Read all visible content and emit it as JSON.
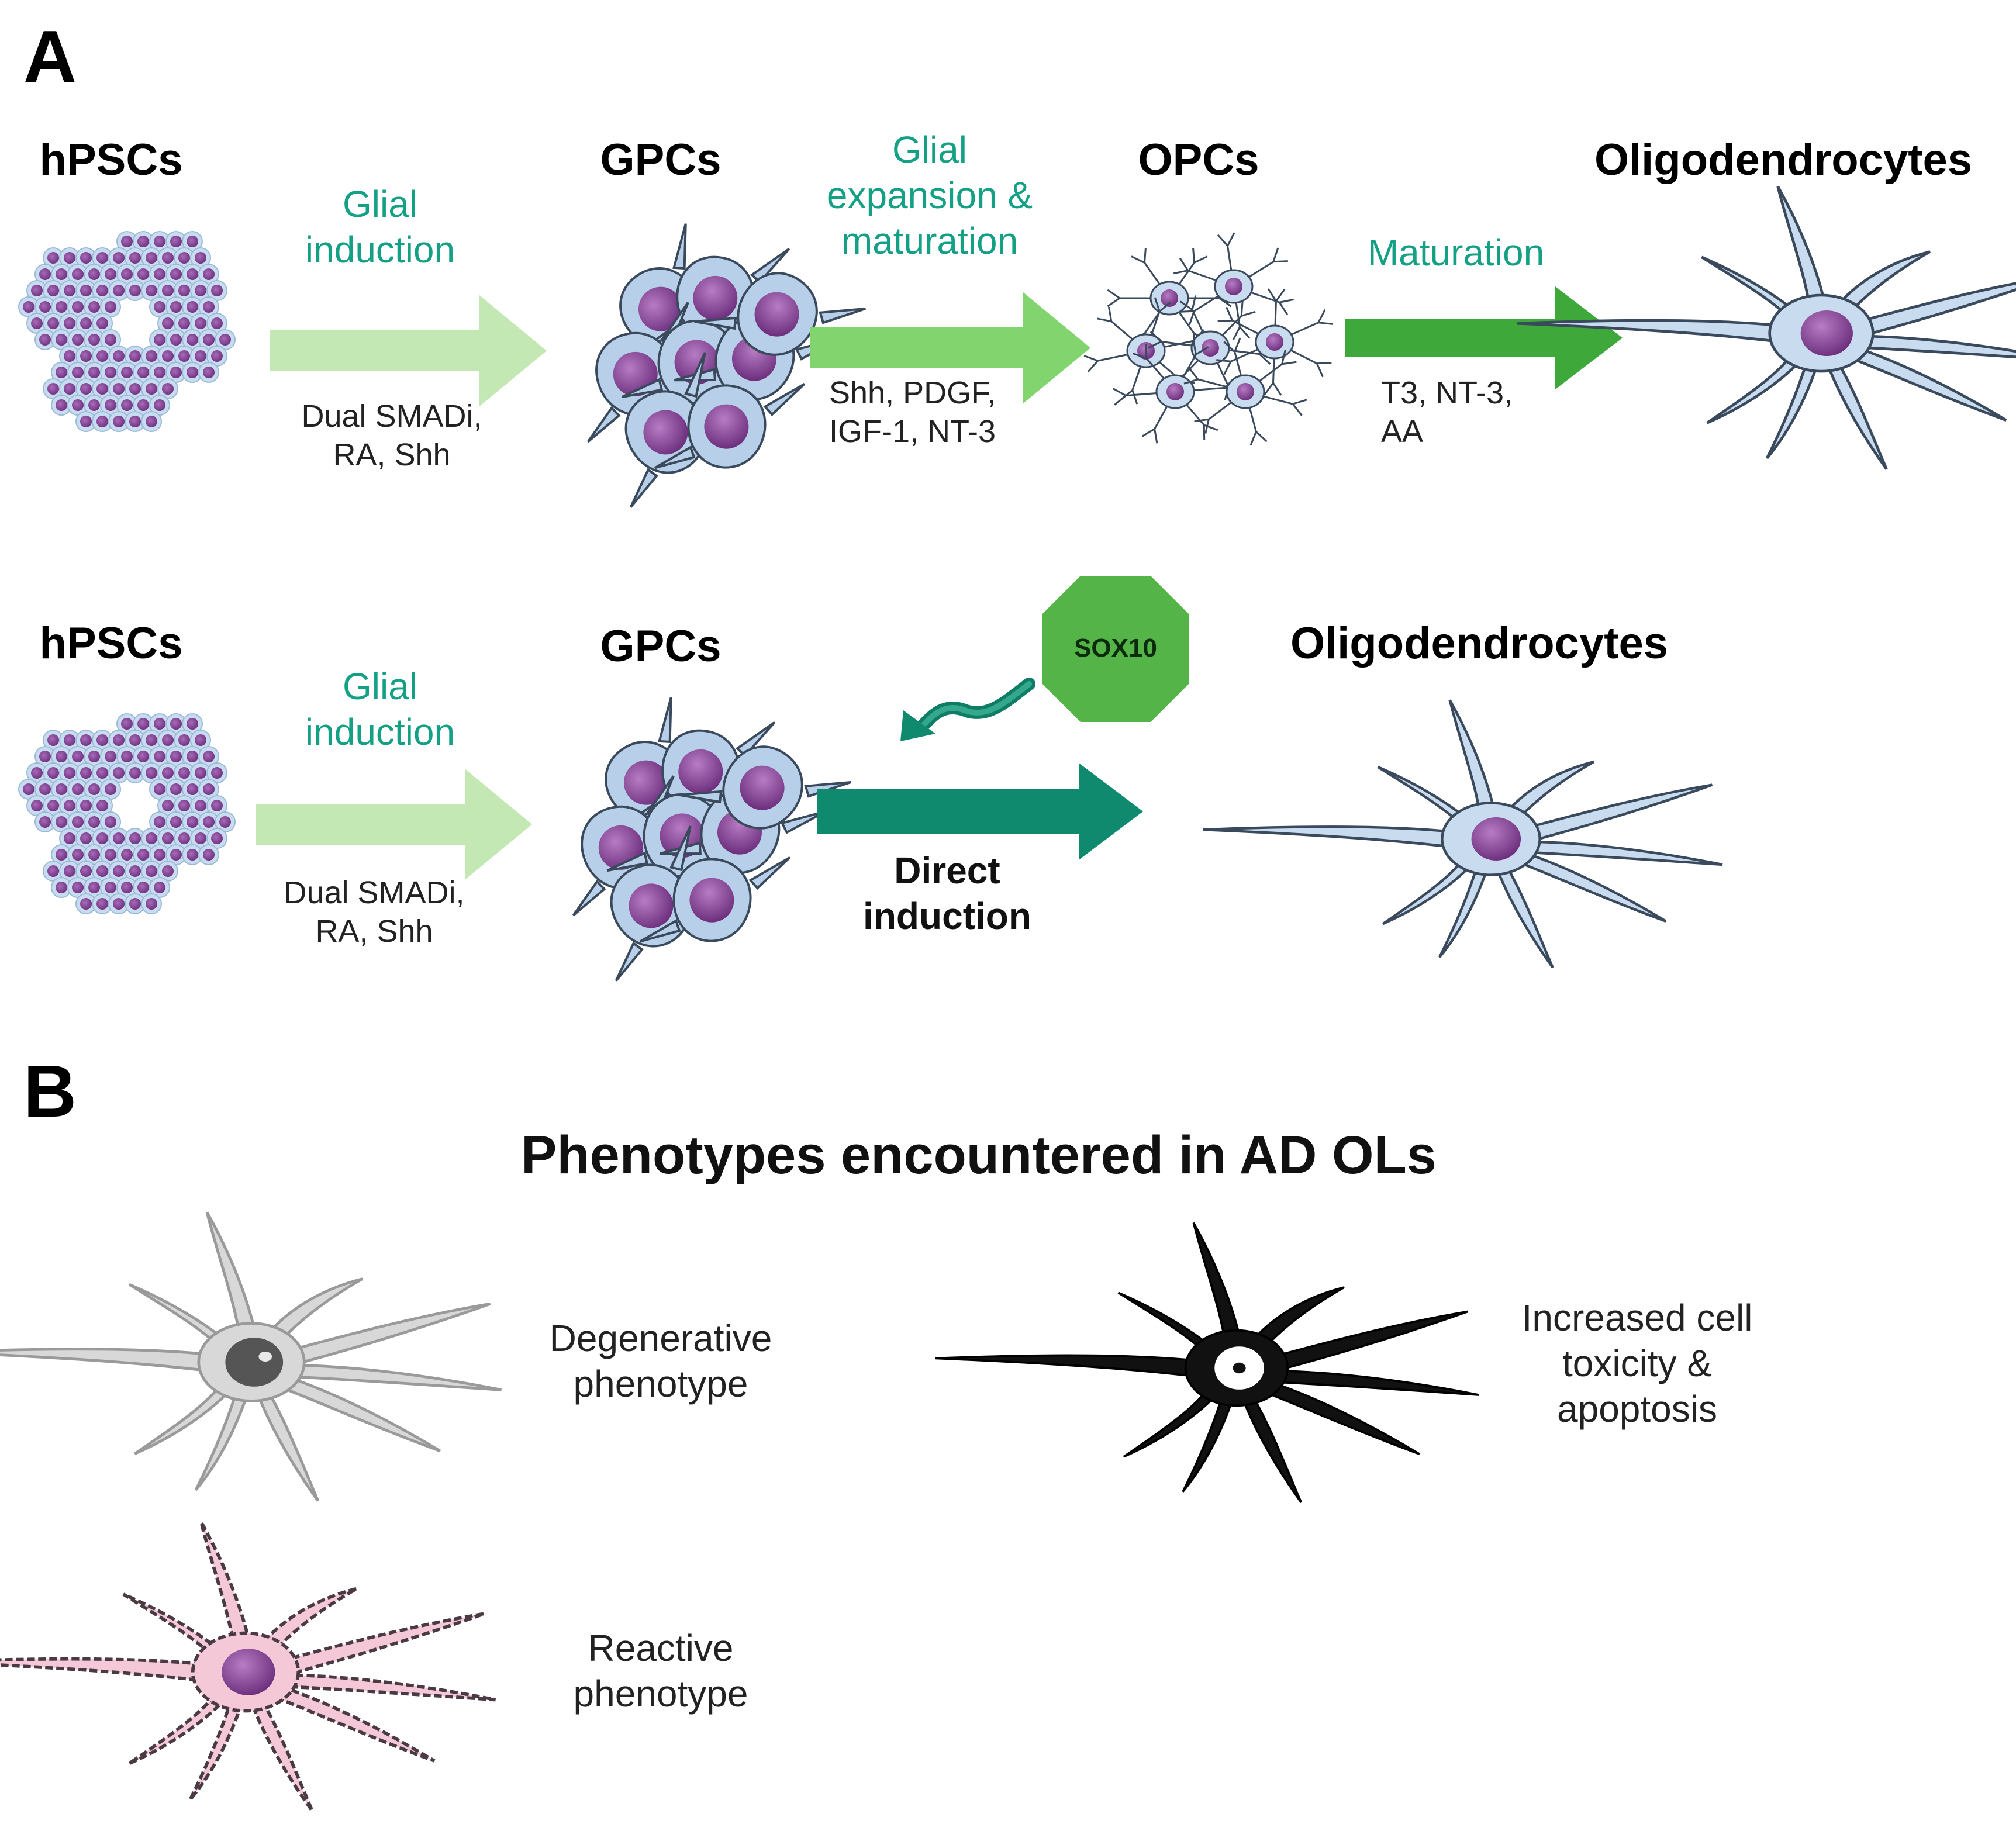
{
  "panelA": {
    "label": "A",
    "row1": {
      "stages": [
        "hPSCs",
        "GPCs",
        "OPCs",
        "Oligodendrocytes"
      ],
      "steps": [
        {
          "label": "Glial\ninduction",
          "factors": "Dual SMADi,\nRA, Shh"
        },
        {
          "label": "Glial\nexpansion &\nmaturation",
          "factors": "Shh, PDGF,\nIGF-1, NT-3"
        },
        {
          "label": "Maturation",
          "factors": "T3, NT-3,\nAA"
        }
      ]
    },
    "row2": {
      "stages": [
        "hPSCs",
        "GPCs",
        "Oligodendrocytes"
      ],
      "step1": {
        "label": "Glial\ninduction",
        "factors": "Dual SMADi,\nRA, Shh"
      },
      "sox_label": "SOX10",
      "direct_label": "Direct\ninduction"
    }
  },
  "panelB": {
    "label": "B",
    "title": "Phenotypes encountered in AD OLs",
    "phenotypes": [
      {
        "label": "Degenerative\nphenotype"
      },
      {
        "label": "Increased cell\ntoxicity &\napoptosis"
      },
      {
        "label": "Reactive\nphenotype"
      }
    ]
  },
  "colors": {
    "arrow_light": "#c4e8b4",
    "arrow_mid": "#82d46e",
    "arrow_dark": "#3fa83b",
    "arrow_teal": "#0f8a6e",
    "sox_octagon": "#54b447",
    "step_text": "#14a085",
    "cell_body": "#c9dcef",
    "nucleus": "#7d3c8c",
    "degenerative": "#d8d8d8",
    "apoptotic": "#111111",
    "reactive": "#f4c8d6"
  }
}
